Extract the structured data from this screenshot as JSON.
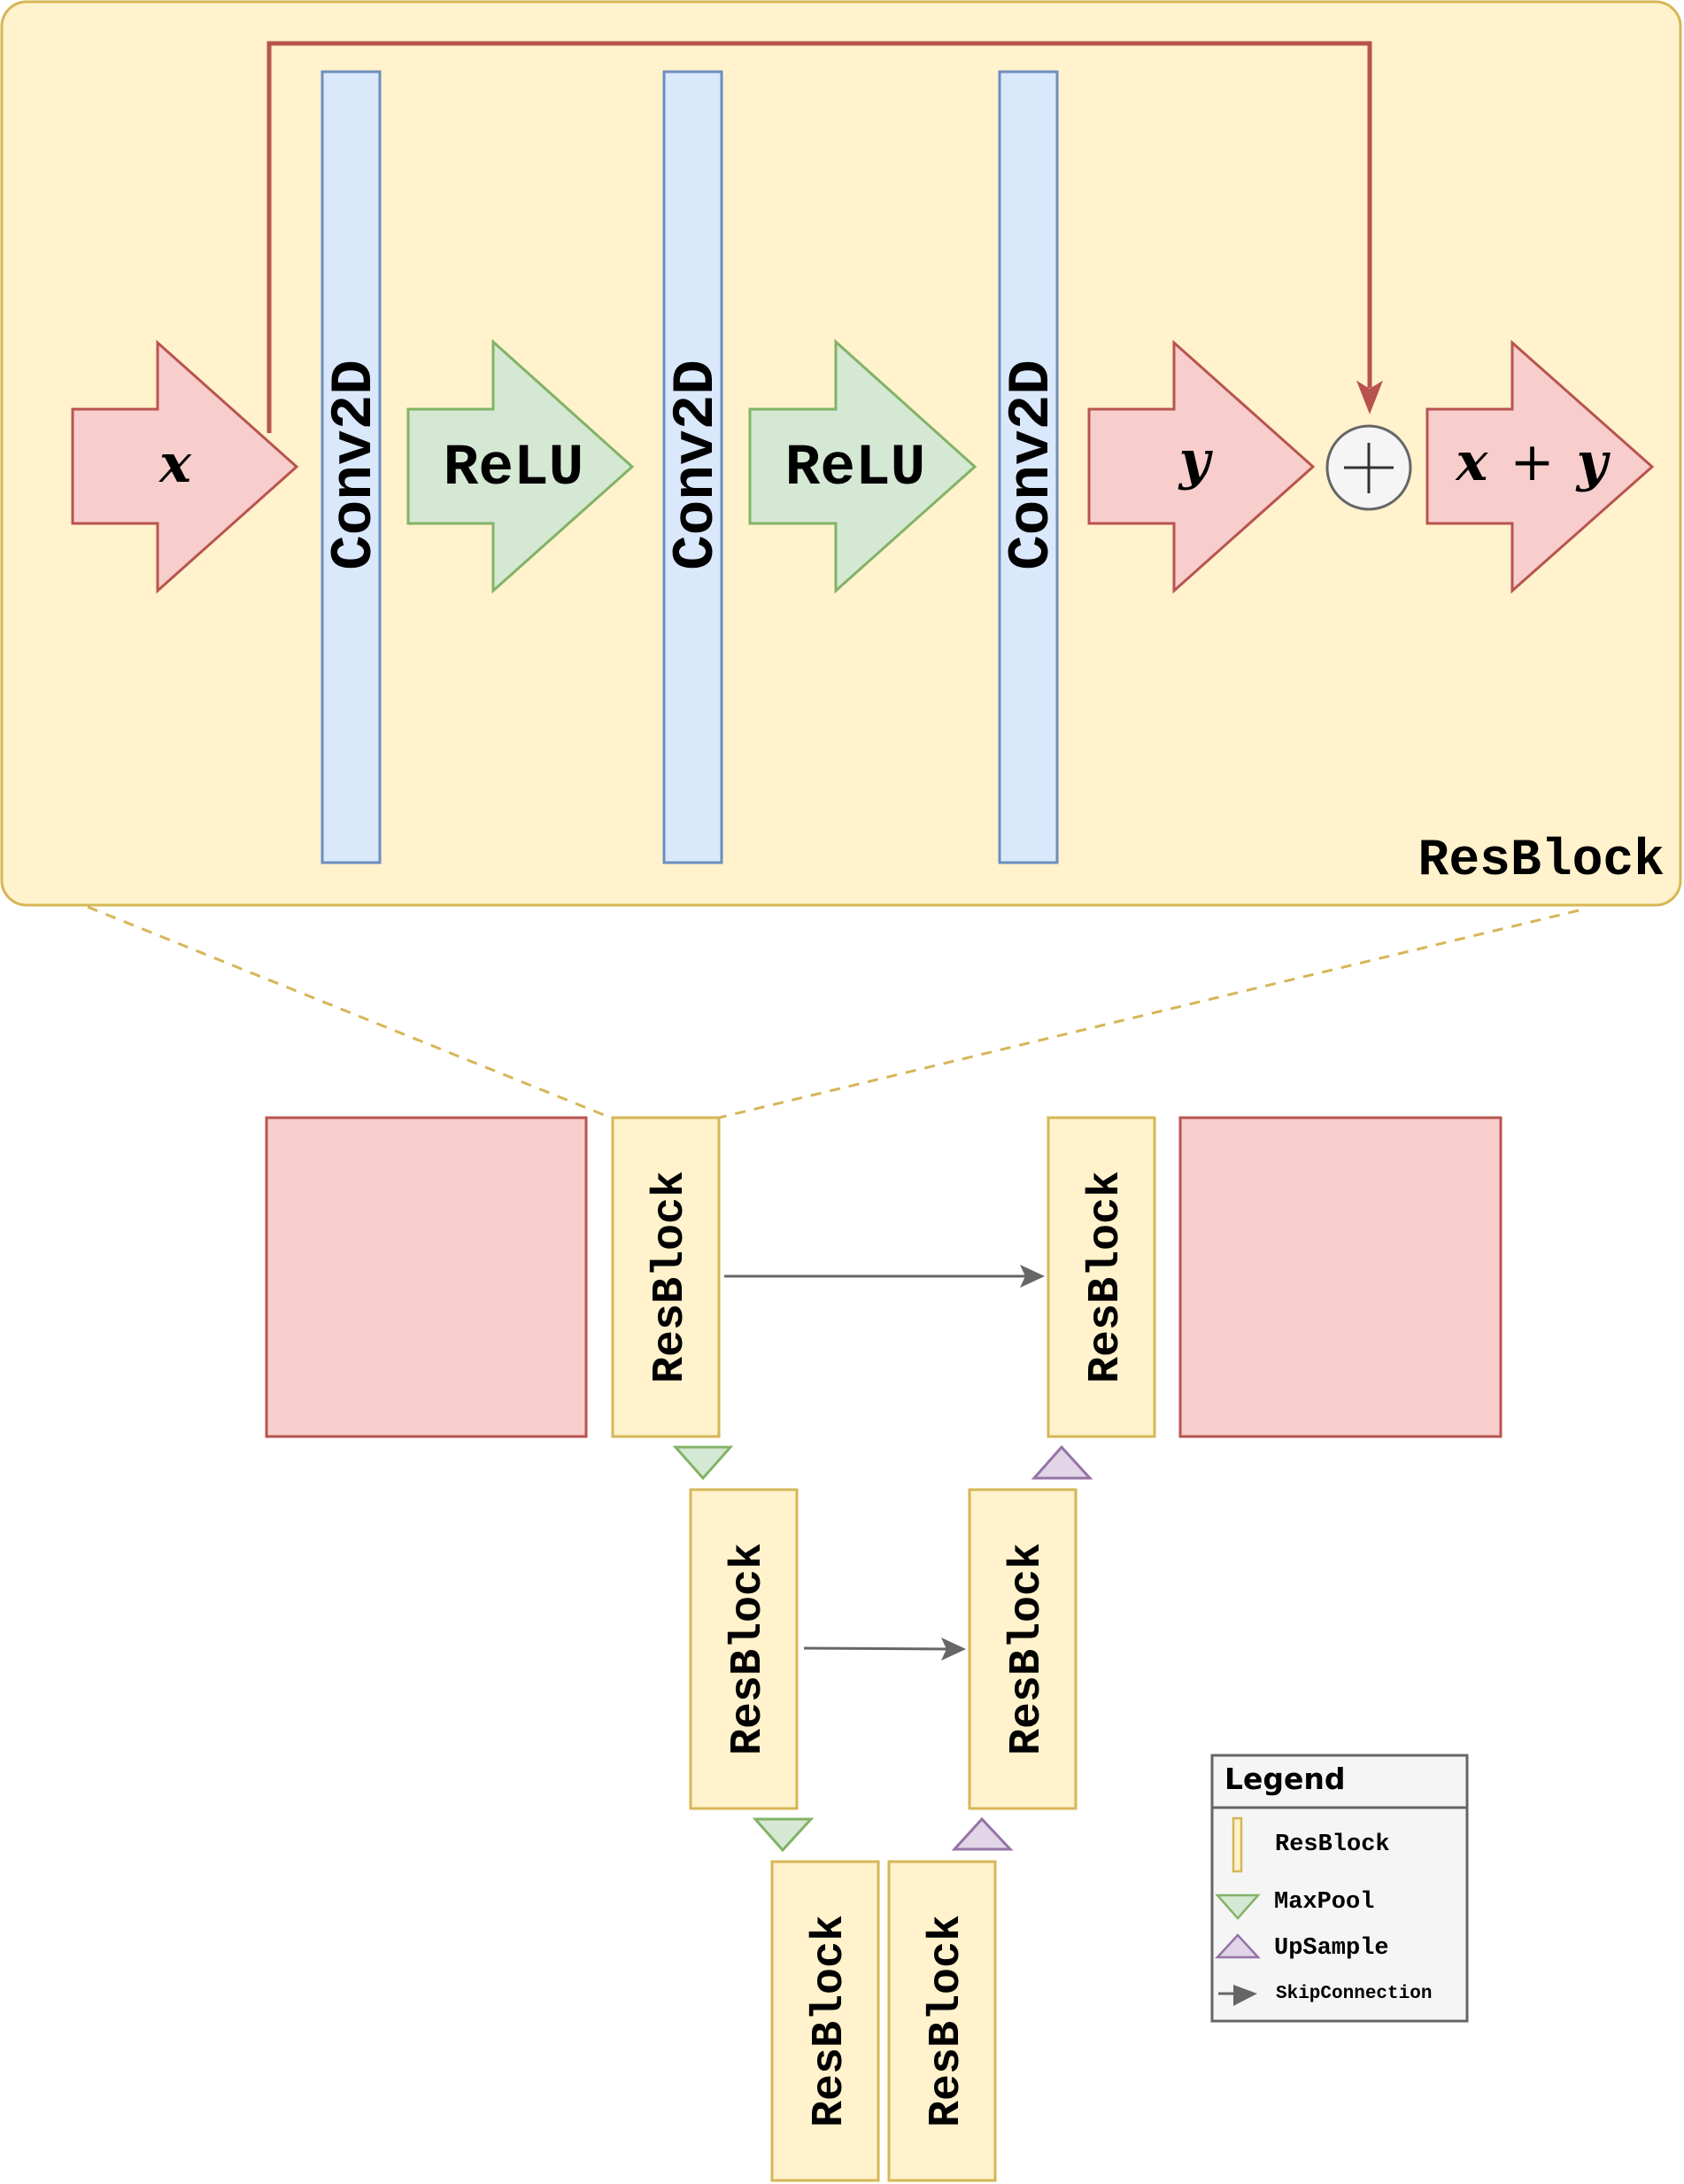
{
  "resblock_detail": {
    "title": "ResBlock",
    "input_label": "x",
    "layers": [
      {
        "type": "conv",
        "label": "Conv2D"
      },
      {
        "type": "activation",
        "label": "ReLU"
      },
      {
        "type": "conv",
        "label": "Conv2D"
      },
      {
        "type": "activation",
        "label": "ReLU"
      },
      {
        "type": "conv",
        "label": "Conv2D"
      }
    ],
    "output_label": "y",
    "sum_symbol": "+",
    "result_label": {
      "x": "x",
      "op": "+",
      "y": "y"
    }
  },
  "unet": {
    "block_label": "ResBlock",
    "encoder": [
      {
        "label": "ResBlock"
      },
      {
        "label": "ResBlock"
      },
      {
        "label": "ResBlock"
      }
    ],
    "decoder": [
      {
        "label": "ResBlock"
      },
      {
        "label": "ResBlock"
      },
      {
        "label": "ResBlock"
      }
    ]
  },
  "legend": {
    "title": "Legend",
    "items": [
      {
        "icon": "resblock-icon",
        "label": "ResBlock"
      },
      {
        "icon": "maxpool-icon",
        "label": "MaxPool"
      },
      {
        "icon": "upsample-icon",
        "label": "UpSample"
      },
      {
        "icon": "skip-connection-icon",
        "label": "SkipConnection"
      }
    ]
  },
  "colors": {
    "resblock_fill": "#fff2cc",
    "resblock_stroke": "#d6b656",
    "tensor_fill": "#f8cecc",
    "tensor_stroke": "#b85450",
    "conv_fill": "#dae8fc",
    "conv_stroke": "#6c8ebf",
    "relu_fill": "#d5e8d4",
    "relu_stroke": "#82b366",
    "upsample_fill": "#e1d5e7",
    "upsample_stroke": "#9673a6",
    "skip_color": "#666666",
    "legend_fill": "#f5f5f5"
  }
}
